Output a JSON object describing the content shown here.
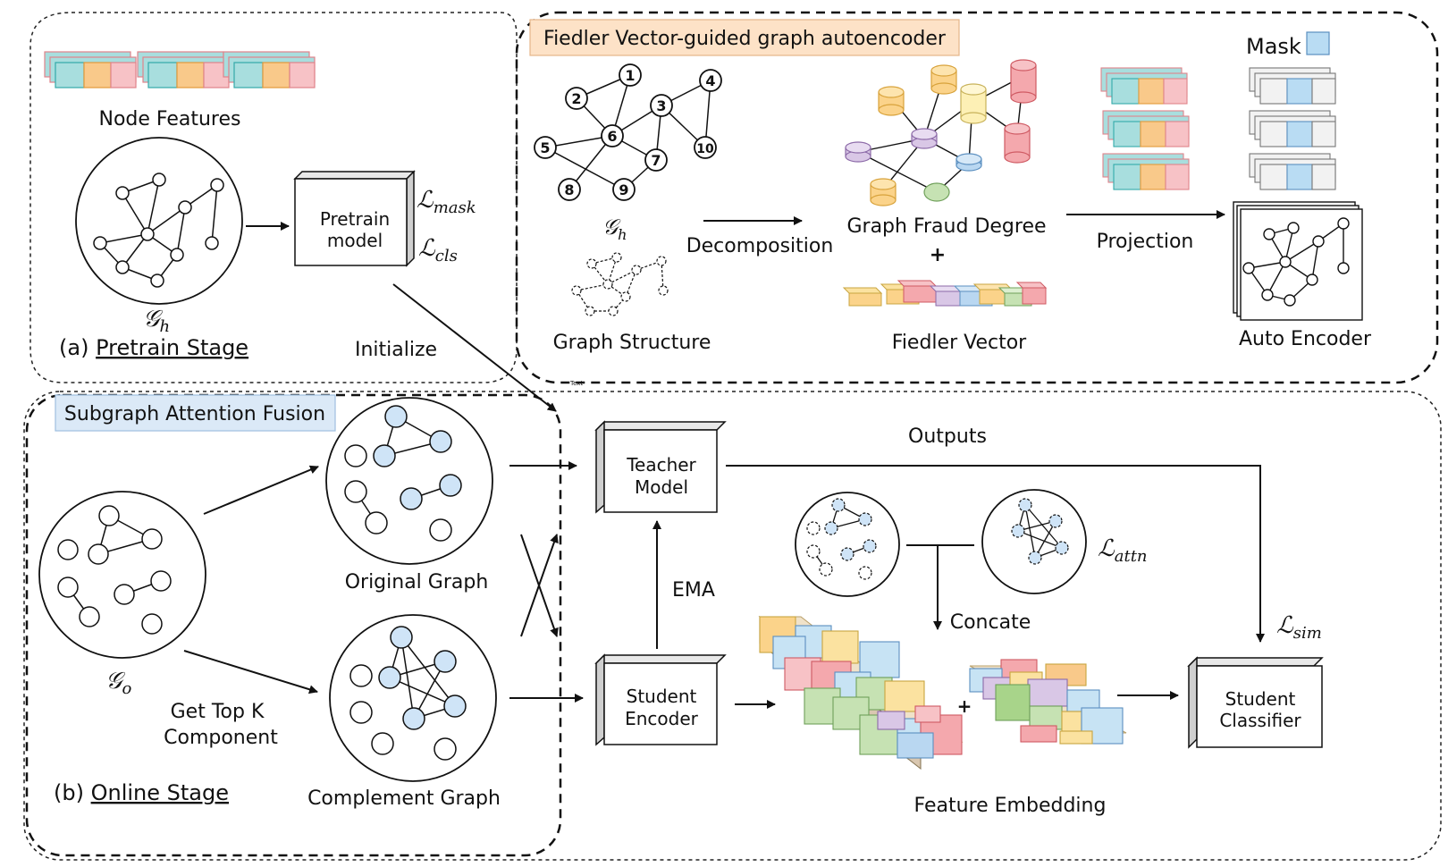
{
  "pretrain": {
    "stage_prefix": "(a) ",
    "stage_name": "Pretrain Stage",
    "node_features_label": "Node Features",
    "graph_symbol": "𝒢",
    "graph_sub": "h",
    "pretrain_model_line1": "Pretrain",
    "pretrain_model_line2": "model",
    "loss_mask_sym": "ℒ",
    "loss_mask_sub": "mask",
    "loss_cls_sym": "ℒ",
    "loss_cls_sub": "cls",
    "initialize_label": "Initialize"
  },
  "autoencoder": {
    "title": "Fiedler Vector-guided graph autoencoder",
    "node_numbers": [
      "1",
      "2",
      "3",
      "4",
      "5",
      "6",
      "7",
      "8",
      "9",
      "10"
    ],
    "graph_symbol": "𝒢",
    "graph_sub": "h",
    "graph_structure_label": "Graph Structure",
    "decomposition_label": "Decomposition",
    "fraud_degree_label": "Graph Fraud Degree",
    "plus": "+",
    "fiedler_vector_label": "Fiedler Vector",
    "projection_label": "Projection",
    "mask_label": "Mask",
    "auto_encoder_label": "Auto Encoder"
  },
  "online": {
    "stage_prefix": "(b) ",
    "stage_name": "Online Stage",
    "subgraph_fusion_title": "Subgraph Attention Fusion",
    "original_graph_label": "Original Graph",
    "complement_graph_label": "Complement Graph",
    "graph_symbol": "𝒢",
    "graph_sub": "o",
    "topk_line1": "Get Top K",
    "topk_line2": "Component",
    "teacher_line1": "Teacher",
    "teacher_line2": "Model",
    "student_encoder_line1": "Student",
    "student_encoder_line2": "Encoder",
    "ema_label": "EMA",
    "outputs_label": "Outputs",
    "concate_label": "Concate",
    "loss_attn_sym": "ℒ",
    "loss_attn_sub": "attn",
    "loss_sim_sym": "ℒ",
    "loss_sim_sub": "sim",
    "student_classifier_line1": "Student",
    "student_classifier_line2": "Classifier",
    "feature_embedding_label": "Feature Embedding",
    "plus": "+",
    "tiny_text": "Text"
  },
  "colors": {
    "teal": "#a8dede",
    "orange": "#f9c98a",
    "pink": "#f7c2c6",
    "light_blue": "#c7e3f4",
    "node_blue": "#cfe4f7",
    "yellow": "#fbe2a0",
    "red": "#f4a8ad",
    "purple": "#d9c7e6",
    "green": "#c6e2b3",
    "title_orange_bg": "#fde2c7",
    "title_blue_bg": "#dbe9f7"
  }
}
